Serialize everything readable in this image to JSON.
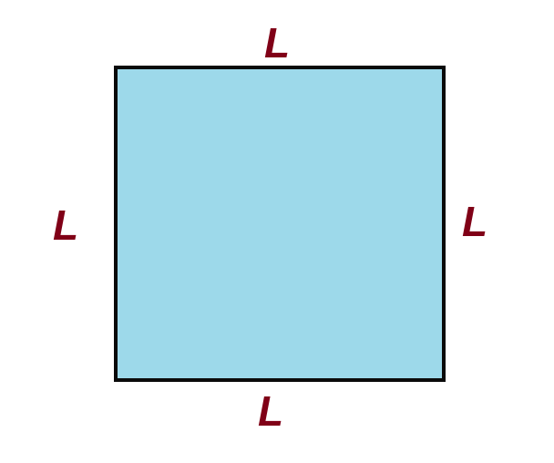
{
  "diagram": {
    "shape": "square",
    "colors": {
      "fill": "#9dd9ea",
      "stroke": "#0a0a0a",
      "label": "#800017"
    },
    "labels": {
      "top": "L",
      "left": "L",
      "right": "L",
      "bottom": "L"
    }
  }
}
